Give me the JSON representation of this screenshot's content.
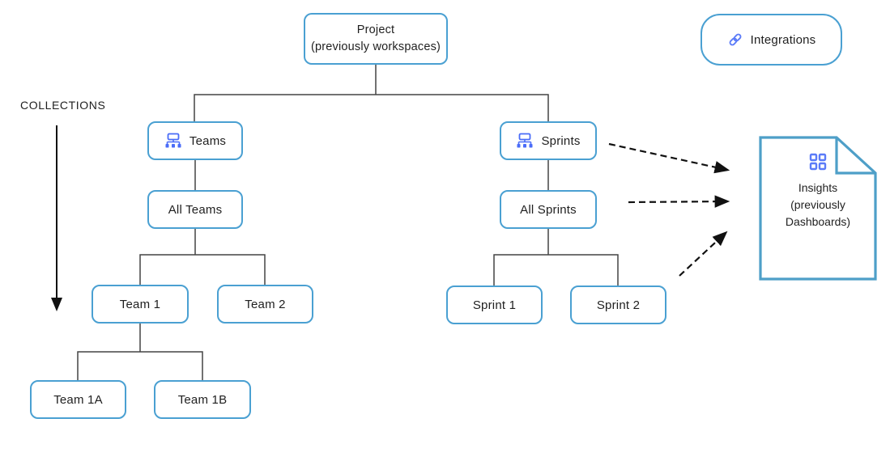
{
  "diagram": {
    "collections_label": "COLLECTIONS",
    "nodes": {
      "project": {
        "line1": "Project",
        "line2": "(previously workspaces)"
      },
      "integrations": {
        "label": "Integrations",
        "icon": "link-icon"
      },
      "teams": {
        "label": "Teams",
        "icon": "org-chart-icon"
      },
      "sprints": {
        "label": "Sprints",
        "icon": "org-chart-icon"
      },
      "all_teams": {
        "label": "All Teams"
      },
      "all_sprints": {
        "label": "All Sprints"
      },
      "team1": {
        "label": "Team 1"
      },
      "team2": {
        "label": "Team 2"
      },
      "team1a": {
        "label": "Team 1A"
      },
      "team1b": {
        "label": "Team 1B"
      },
      "sprint1": {
        "label": "Sprint 1"
      },
      "sprint2": {
        "label": "Sprint 2"
      },
      "insights": {
        "line1": "Insights",
        "line2": "(previously",
        "line3": "Dashboards)",
        "icon": "grid-icon",
        "shape": "document-with-folded-corner"
      }
    },
    "edges": [
      {
        "from": "project",
        "to": "teams",
        "style": "solid"
      },
      {
        "from": "project",
        "to": "sprints",
        "style": "solid"
      },
      {
        "from": "teams",
        "to": "all_teams",
        "style": "solid"
      },
      {
        "from": "sprints",
        "to": "all_sprints",
        "style": "solid"
      },
      {
        "from": "all_teams",
        "to": "team1",
        "style": "solid"
      },
      {
        "from": "all_teams",
        "to": "team2",
        "style": "solid"
      },
      {
        "from": "team1",
        "to": "team1a",
        "style": "solid"
      },
      {
        "from": "team1",
        "to": "team1b",
        "style": "solid"
      },
      {
        "from": "all_sprints",
        "to": "sprint1",
        "style": "solid"
      },
      {
        "from": "all_sprints",
        "to": "sprint2",
        "style": "solid"
      },
      {
        "from": "sprints",
        "to": "insights",
        "style": "dashed-arrow"
      },
      {
        "from": "all_sprints",
        "to": "insights",
        "style": "dashed-arrow"
      },
      {
        "from": "sprint2",
        "to": "insights",
        "style": "dashed-arrow"
      }
    ],
    "colors": {
      "box_border": "#4AA0D2",
      "document_border": "#4E9FC8",
      "icon_blue": "#5B7BF8",
      "connector_gray": "#444444",
      "arrow_black": "#111111",
      "text": "#1f1f1f"
    }
  }
}
